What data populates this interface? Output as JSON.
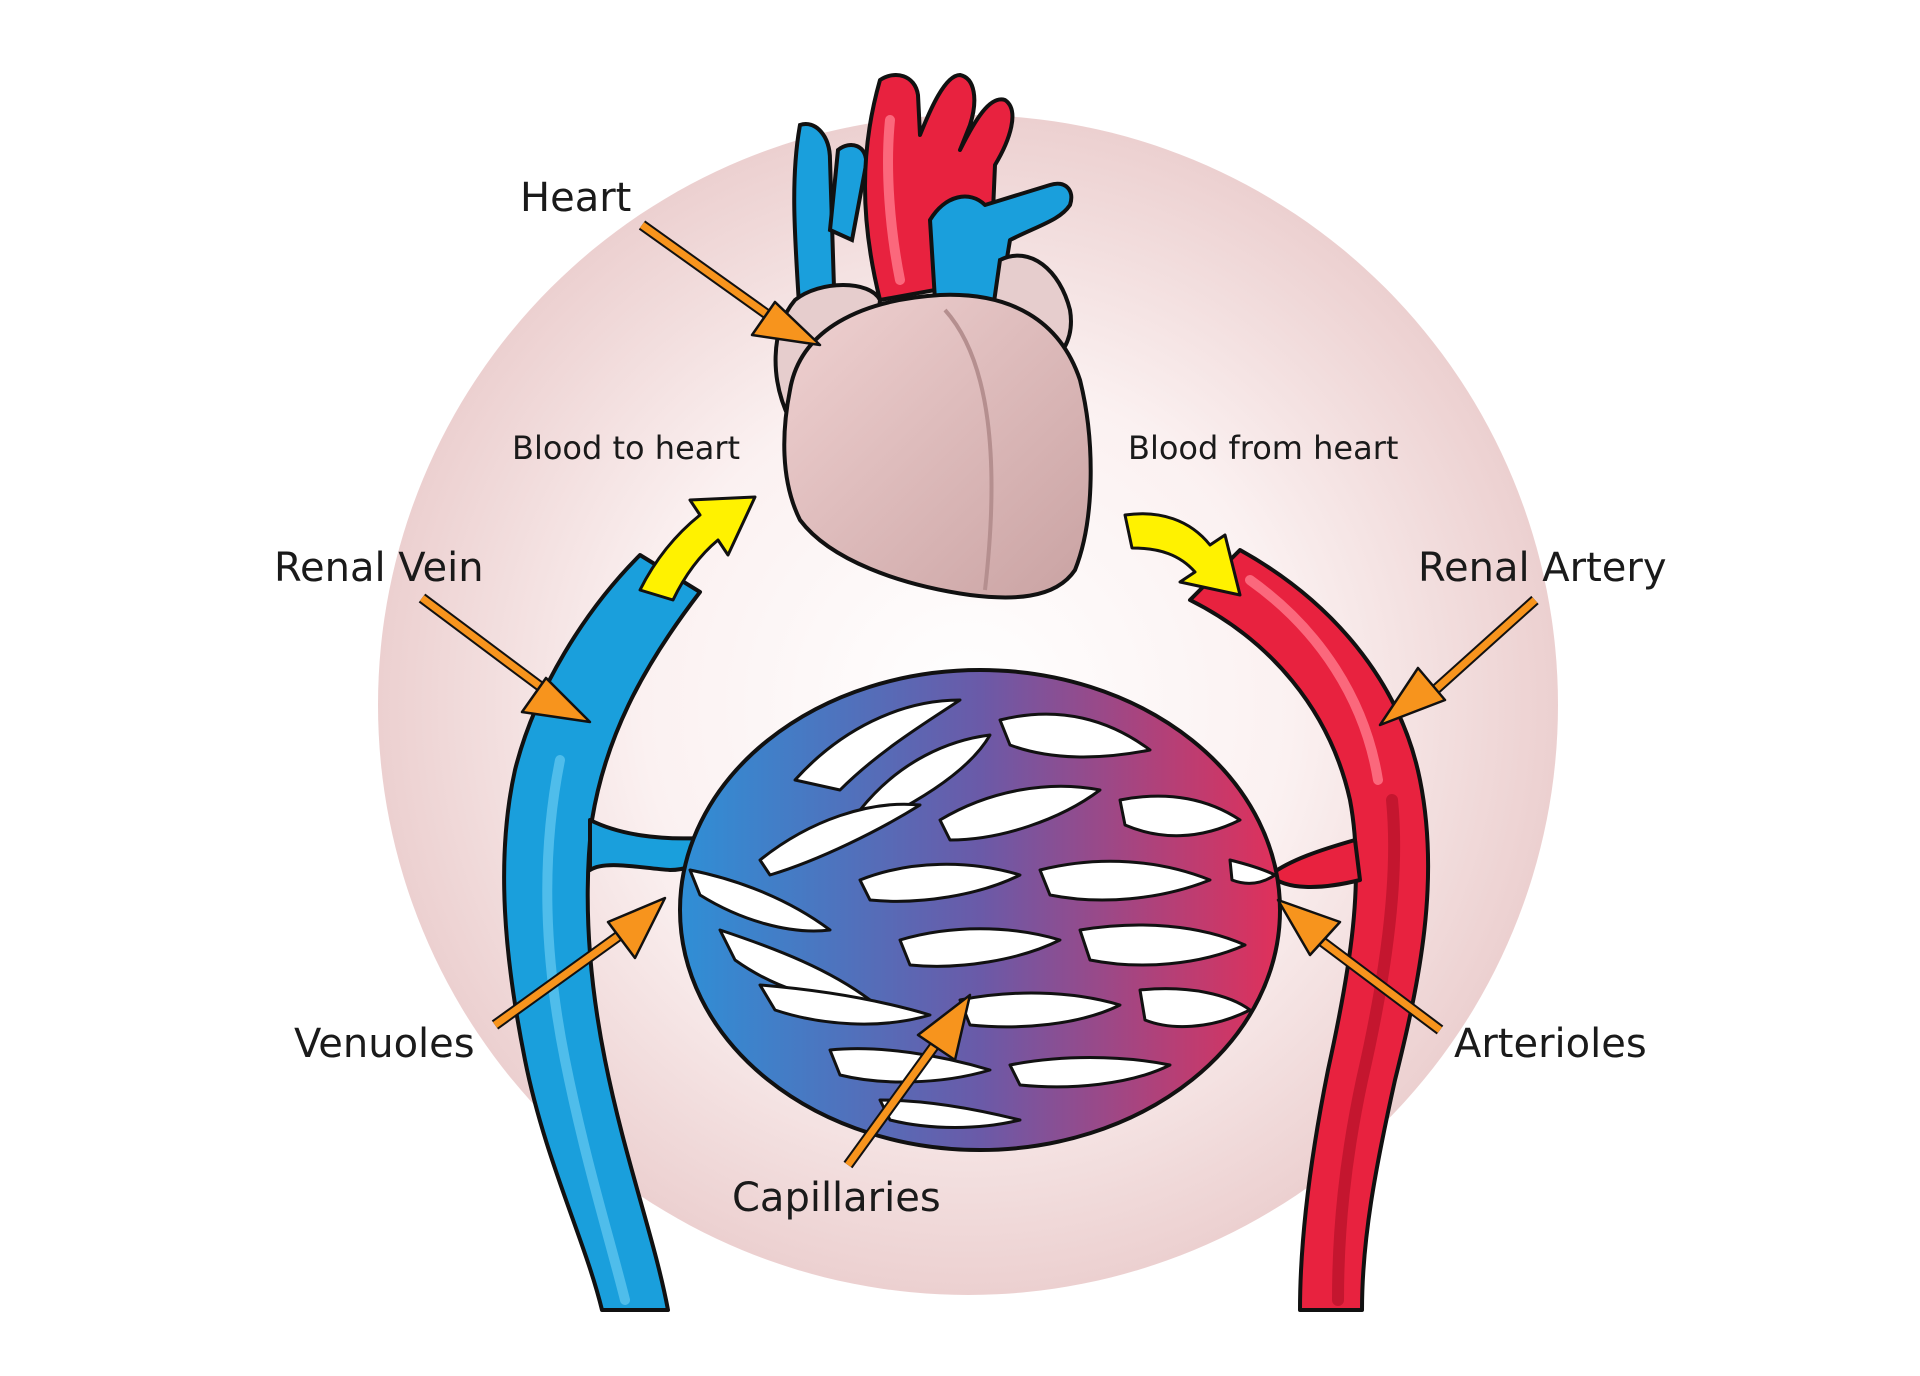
{
  "labels": {
    "heart": "Heart",
    "blood_to_heart": "Blood to heart",
    "blood_from_heart": "Blood from heart",
    "renal_vein": "Renal Vein",
    "renal_artery": "Renal Artery",
    "venuoles": "Venuoles",
    "arterioles": "Arterioles",
    "capillaries": "Capillaries"
  },
  "colors": {
    "vein": "#1a9fdc",
    "artery": "#e8223f",
    "heart": "#e0bcbc",
    "pointer_arrow": "#f7941d",
    "flow_arrow": "#fff200",
    "background_disc": "#f0d9d9"
  }
}
